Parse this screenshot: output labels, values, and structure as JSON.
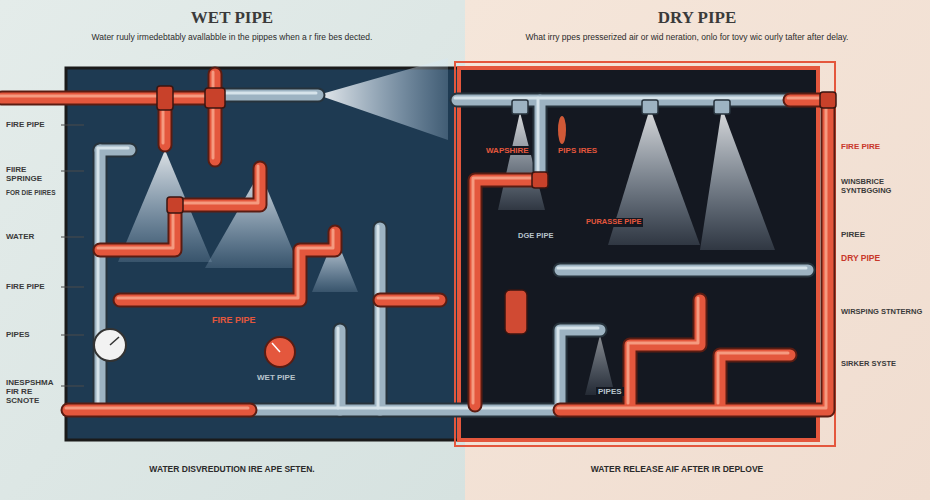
{
  "diagram": {
    "nodes": [
      {
        "text": [
          "WET PIPE",
          "Water ruuly irmedebtably avallabble in the pippes when a r fire bes dected.",
          "WATER DISVREDUTION IRE APE SFTEN."
        ]
      },
      {
        "text": [
          "DRY PIPE",
          "What irry ppes presserized air or wid neration, onlo for tovy wic ourly tafter after delay.",
          "WATER RELEASE AIF AFTER IR DEPLOVE"
        ]
      }
    ],
    "edges": [],
    "labels": [
      "FIRE PIPE",
      "FIIRE SPRINGE",
      "FOR DIE PIIRES",
      "WATER",
      "FIRE PIPE",
      "PIPES",
      "INESPSHMA FIR RE SCNOTE",
      "FIRE PIPE",
      "WET PIPE",
      "WAPSHIRE",
      "PIPS IRES",
      "DGE PIPE",
      "PURASSE PIPE",
      "PIPES",
      "FIRE PIRE",
      "WINSBRICE SYNTBGGING",
      "PIREE",
      "DRY PIPE",
      "WIRSPING STNTERNG",
      "SIRKER SYSTE"
    ]
  }
}
